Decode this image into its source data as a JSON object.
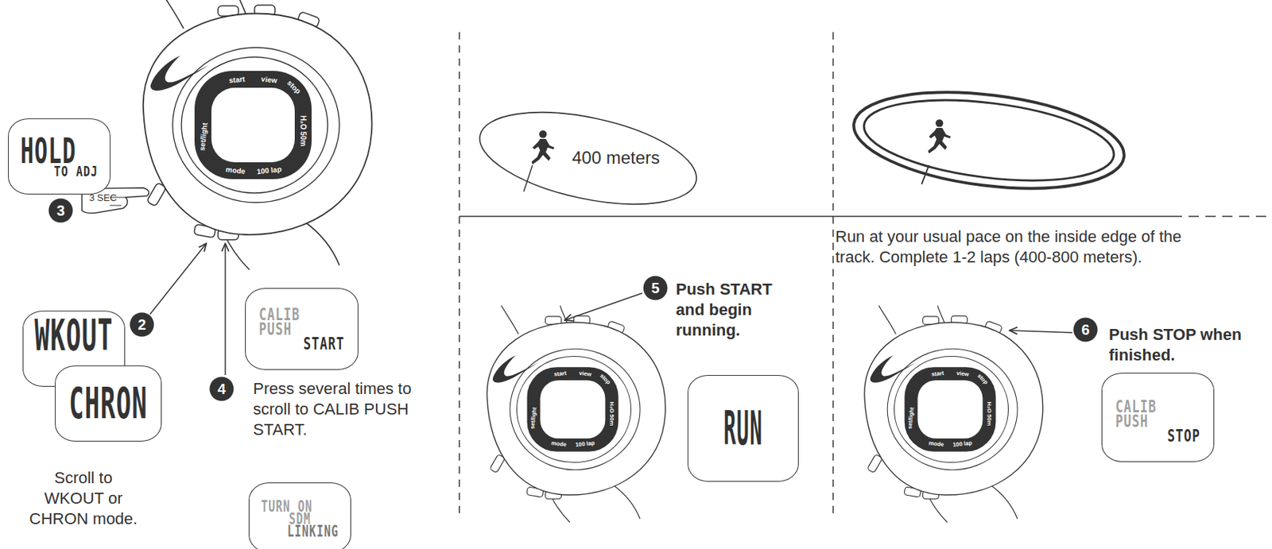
{
  "diagram": {
    "nodes": [
      {
        "text": [
          "HOLD",
          "TO ADJ"
        ]
      },
      {
        "text": [
          "WKOUT"
        ]
      },
      {
        "text": [
          "CHRON"
        ]
      },
      {
        "text": [
          "CALIB",
          "PUSH",
          "START"
        ]
      },
      {
        "text": [
          "TURN ON",
          "SDM",
          "LINKING"
        ]
      },
      {
        "text": [
          "400 meters"
        ]
      },
      {
        "text": [
          "RUN"
        ]
      },
      {
        "text": [
          "CALIB",
          "PUSH",
          "STOP"
        ]
      }
    ],
    "labels": [
      "start",
      "view",
      "stop",
      "H₂O 50m",
      "100 lap",
      "mode",
      "set/light",
      "3 SEC",
      "3",
      "2",
      "Scroll to WKOUT or CHRON mode.",
      "4",
      "Press several times to scroll to CALIB PUSH START.",
      "5",
      "Push START and begin running.",
      "start",
      "view",
      "stop",
      "H₂O 50m",
      "100 lap",
      "mode",
      "set/light",
      "Run at your usual pace on the inside edge of the track. Complete 1-2 laps (400-800 meters).",
      "6",
      "Push STOP when finished.",
      "start",
      "view",
      "stop",
      "H₂O 50m",
      "100 lap",
      "mode",
      "set/light"
    ]
  }
}
